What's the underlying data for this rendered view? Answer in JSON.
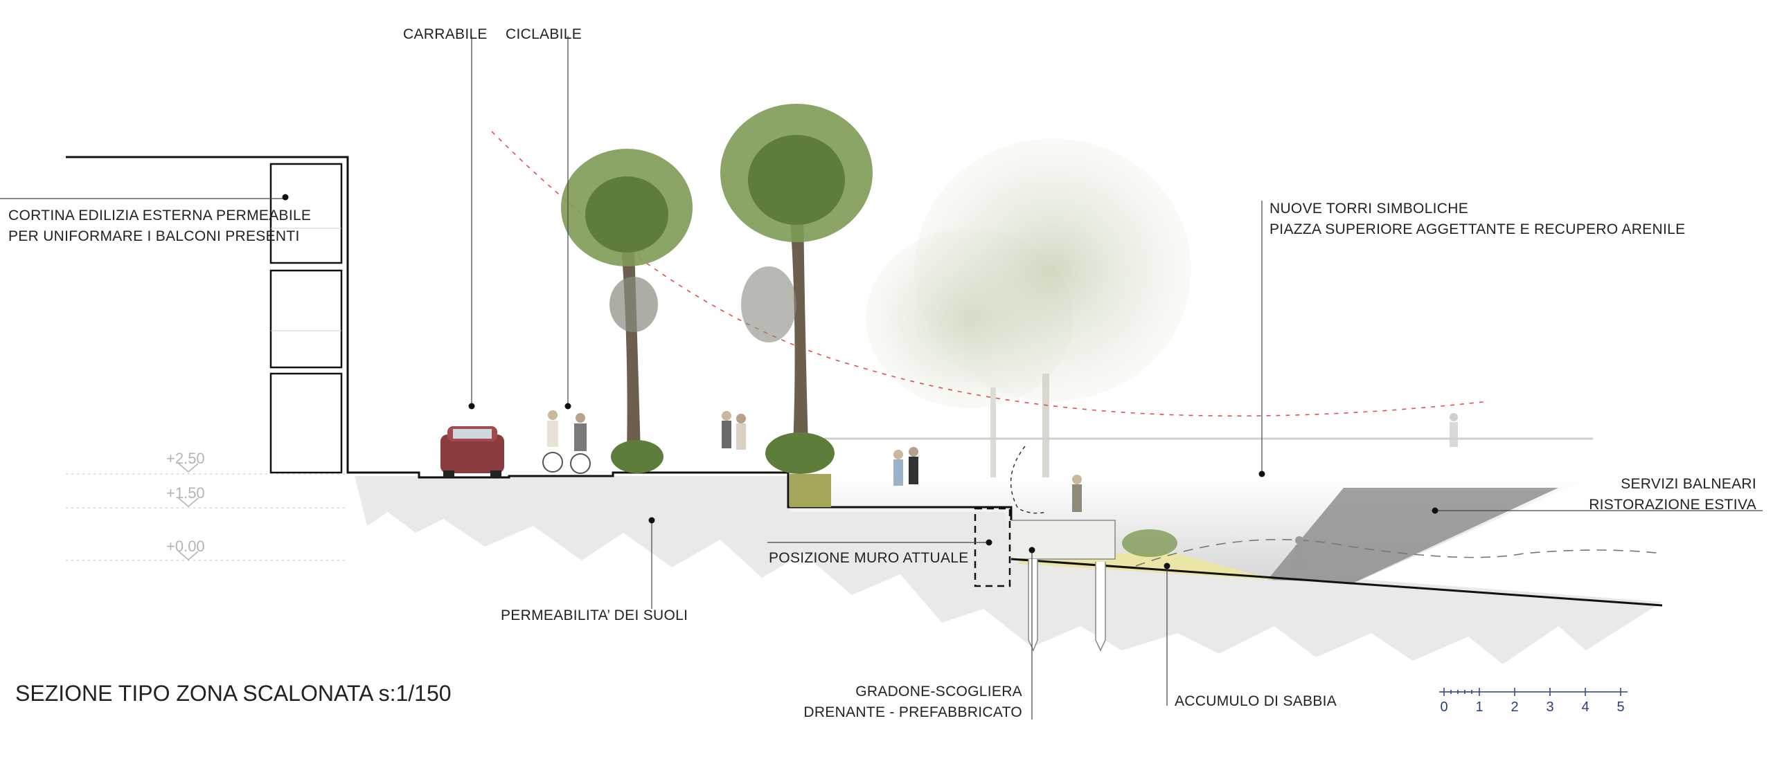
{
  "title": "SEZIONE TIPO ZONA SCALONATA s:1/150",
  "labels": {
    "carrabile": "CARRABILE",
    "ciclabile": "CICLABILE",
    "cortina_line1": "CORTINA EDILIZIA ESTERNA PERMEABILE",
    "cortina_line2": "PER UNIFORMARE I BALCONI PRESENTI",
    "torri_line1": "NUOVE TORRI SIMBOLICHE",
    "torri_line2": "PIAZZA SUPERIORE AGGETTANTE E RECUPERO ARENILE",
    "servizi_line1": "SERVIZI BALNEARI",
    "servizi_line2": "RISTORAZIONE ESTIVA",
    "posizione_muro": "POSIZIONE MURO ATTUALE",
    "permeabilita": "PERMEABILITA’ DEI SUOLI",
    "gradone_line1": "GRADONE-SCOGLIERA",
    "gradone_line2": "DRENANTE - PREFABBRICATO",
    "accumulo": "ACCUMULO DI SABBIA"
  },
  "levels": [
    "+2.50",
    "+1.50",
    "+0.00"
  ],
  "scale_bar": {
    "ticks": [
      "0",
      "1",
      "2",
      "3",
      "4",
      "5"
    ],
    "color": "#2c3e78"
  },
  "colors": {
    "ground": "#e8e8e8",
    "outline": "#111111",
    "sand": "#ece6a6",
    "green_block": "#a6a65a",
    "guide_red": "#e05050",
    "building_grey": "#8f8f8f"
  }
}
